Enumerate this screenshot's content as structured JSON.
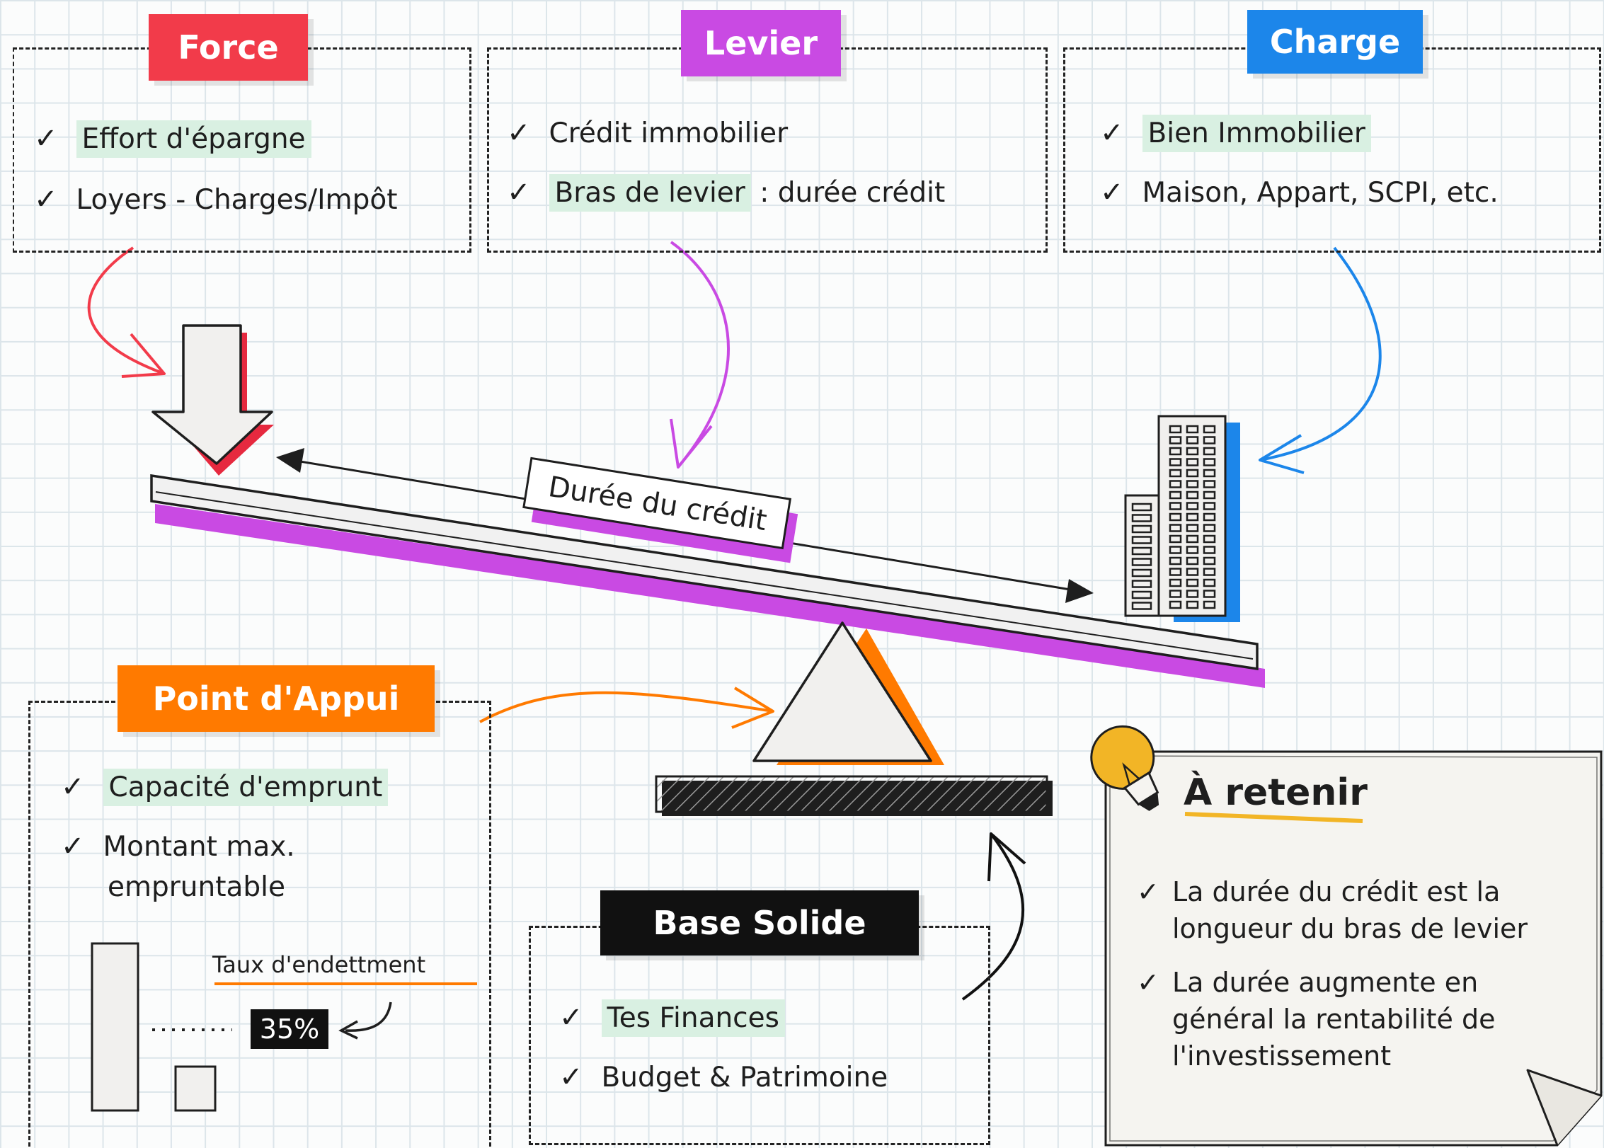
{
  "colors": {
    "force": "#f23b4a",
    "levier": "#c94ae3",
    "charge": "#1c86ea",
    "point_appui": "#ff7a00",
    "base": "#111111",
    "highlight": "#d9f0e2",
    "bulb": "#f2b526",
    "note_paper": "#f5f4f0"
  },
  "force": {
    "title": "Force",
    "items": [
      {
        "text": "Effort d'épargne",
        "highlighted": true
      },
      {
        "text": "Loyers - Charges/Impôt",
        "highlighted": false
      }
    ]
  },
  "levier": {
    "title": "Levier",
    "items": [
      {
        "text": "Crédit immobilier",
        "highlighted": false
      },
      {
        "part1": "Bras de levier",
        "part2": " : durée crédit",
        "highlighted": true
      }
    ]
  },
  "charge": {
    "title": "Charge",
    "items": [
      {
        "text": "Bien Immobilier",
        "highlighted": true
      },
      {
        "text": "Maison, Appart, SCPI, etc.",
        "highlighted": false
      }
    ]
  },
  "lever": {
    "duration_label": "Durée du crédit"
  },
  "point_appui": {
    "title": "Point d'Appui",
    "items": [
      {
        "text": "Capacité d'emprunt",
        "highlighted": true
      },
      {
        "line1": "Montant max.",
        "line2": "empruntable",
        "highlighted": false
      }
    ],
    "debt_label": "Taux d'endettment",
    "debt_rate": "35%"
  },
  "base_solide": {
    "title": "Base Solide",
    "items": [
      {
        "text": "Tes Finances",
        "highlighted": true
      },
      {
        "text": "Budget & Patrimoine",
        "highlighted": false
      }
    ]
  },
  "note": {
    "title": "À retenir",
    "points": [
      {
        "line1": "La durée du crédit est la",
        "line2": "longueur du bras de levier"
      },
      {
        "line1": "La durée augmente en",
        "line2": "général la rentabilité de",
        "line3": "l'investissement"
      }
    ]
  },
  "icons": [
    "check-icon",
    "down-arrow-icon",
    "building-icon",
    "fulcrum-triangle-icon",
    "lightbulb-icon"
  ]
}
